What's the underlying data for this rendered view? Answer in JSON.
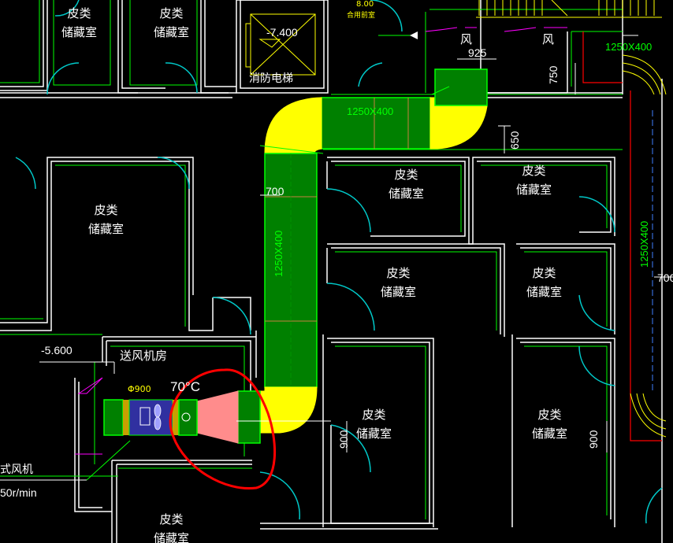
{
  "rooms": {
    "storage_label_line1": "皮类",
    "storage_label_line2": "储藏室",
    "fan_room": "送风机房",
    "fire_elevator": "消防电梯",
    "wind1": "风",
    "wind2": "风",
    "top_small": "合用前室"
  },
  "dimensions": {
    "duct_main": "1250X400",
    "duct_vertical": "1250X400",
    "duct_right": "1250X400",
    "duct_right_vertical": "1250X400",
    "d925": "925",
    "d750": "750",
    "d650": "650",
    "d700a": "700",
    "d700b": "700",
    "d900a": "900",
    "d900b": "900",
    "level_elevator": "-7.400",
    "level_fan": "-5.600",
    "phi": "Φ900",
    "temp": "70°C",
    "top_level": "8.00",
    "fan_desc": "式风机",
    "fan_speed": "50r/min"
  },
  "colors": {
    "wall": "#ffffff",
    "outline": "#00ff00",
    "duct_fill": "#008000",
    "elbow": "#ffff00",
    "transition": "#ff8c8c",
    "highlight": "#ff0000",
    "door": "#00c8c8",
    "magenta": "#ff00ff"
  }
}
